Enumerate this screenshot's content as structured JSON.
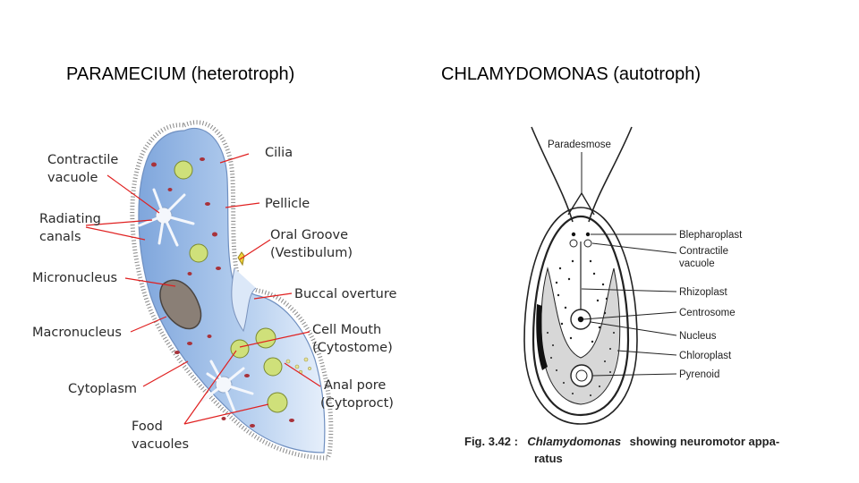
{
  "titles": {
    "left": "PARAMECIUM (heterotroph)",
    "right": "CHLAMYDOMONAS (autotroph)"
  },
  "paramecium": {
    "labels": {
      "cilia": "Cilia",
      "contractile_1": "Contractile",
      "contractile_2": "vacuole",
      "radiating_1": "Radiating",
      "radiating_2": "canals",
      "pellicle": "Pellicle",
      "oral_1": "Oral Groove",
      "oral_2": "(Vestibulum)",
      "micronucleus": "Micronucleus",
      "buccal": "Buccal overture",
      "macronucleus": "Macronucleus",
      "mouth_1": "Cell Mouth",
      "mouth_2": "(Cytostome)",
      "cytoplasm": "Cytoplasm",
      "anal_1": "Anal pore",
      "anal_2": "(Cytoproct)",
      "food_1": "Food",
      "food_2": "vacuoles"
    }
  },
  "chlamydomonas": {
    "labels": {
      "paradesmose": "Paradesmose",
      "blepharoplast": "Blepharoplast",
      "contractile_1": "Contractile",
      "contractile_2": "vacuole",
      "rhizoplast": "Rhizoplast",
      "centrosome": "Centrosome",
      "nucleus": "Nucleus",
      "chloroplast": "Chloroplast",
      "pyrenoid": "Pyrenoid"
    },
    "caption": {
      "fig": "Fig. 3.42 :",
      "name": "Chlamydomonas",
      "rest": "showing neuromotor appa-",
      "line2": "ratus"
    }
  },
  "colors": {
    "cell_body": "#a9c6ec",
    "cell_edge": "#e4eefb",
    "food_vacuole": "#cfe07a",
    "macronucleus": "#8a7f76",
    "pointer": "#e02020",
    "granule": "#a8323a"
  }
}
